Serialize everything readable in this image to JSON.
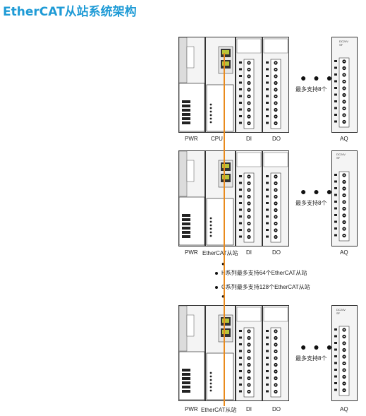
{
  "title": "EtherCAT从站系统架构",
  "racks": [
    {
      "labels": {
        "pwr": "PWR",
        "cpu": "CPU",
        "di": "DI",
        "do": "DO",
        "aq": "AQ"
      },
      "more": "最多支持8个"
    },
    {
      "labels": {
        "pwr": "PWR",
        "cpu": "EtherCAT从站",
        "di": "DI",
        "do": "DO",
        "aq": "AQ"
      },
      "more": "最多支持8个"
    },
    {
      "labels": {
        "pwr": "PWR",
        "cpu": "EtherCAT从站",
        "di": "DI",
        "do": "DO",
        "aq": "AQ"
      },
      "more": "最多支持8个"
    }
  ],
  "notes": [
    "H系列最多支持64个EtherCAT从站",
    "C系列最多支持128个EtherCAT从站"
  ],
  "aq_tag": {
    "line1": "DC24V",
    "line2": "SF"
  },
  "colors": {
    "title": "#1f9bd6",
    "cable": "#e98a1c"
  }
}
